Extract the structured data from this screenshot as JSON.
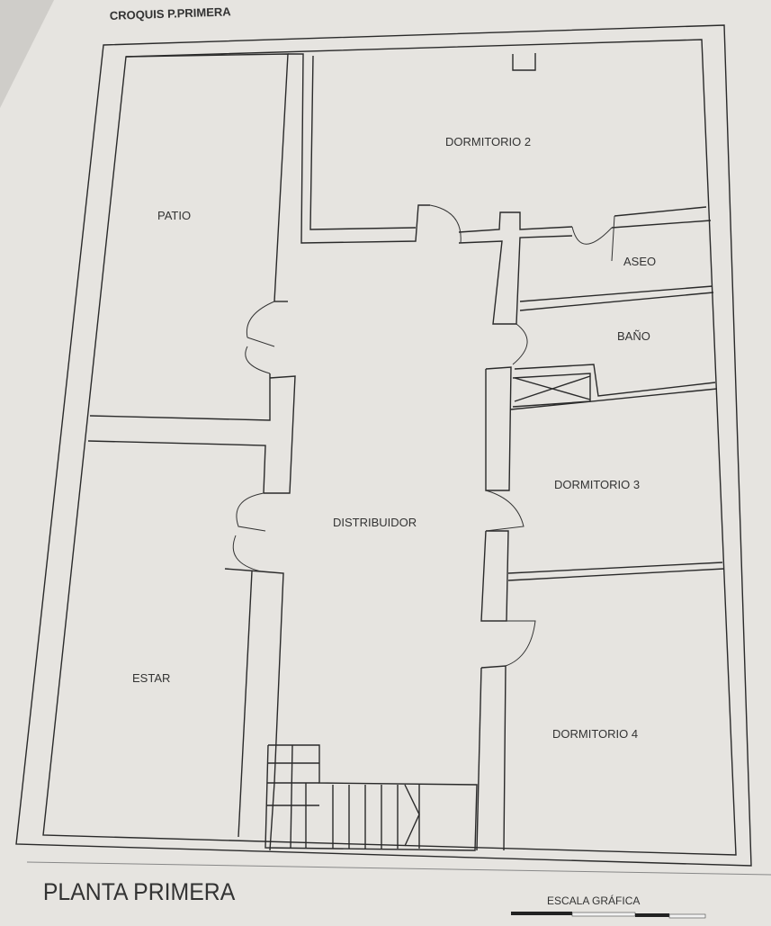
{
  "sheet": {
    "header": "CROQUIS P.PRIMERA",
    "plan_title": "PLANTA PRIMERA",
    "scale_label": "ESCALA GRÁFICA"
  },
  "rooms": {
    "patio": "PATIO",
    "dormitorio_2": "DORMITORIO 2",
    "aseo": "ASEO",
    "bano": "BAÑO",
    "distribuidor": "DISTRIBUIDOR",
    "dormitorio_3": "DORMITORIO 3",
    "estar": "ESTAR",
    "dormitorio_4": "DORMITORIO 4"
  }
}
